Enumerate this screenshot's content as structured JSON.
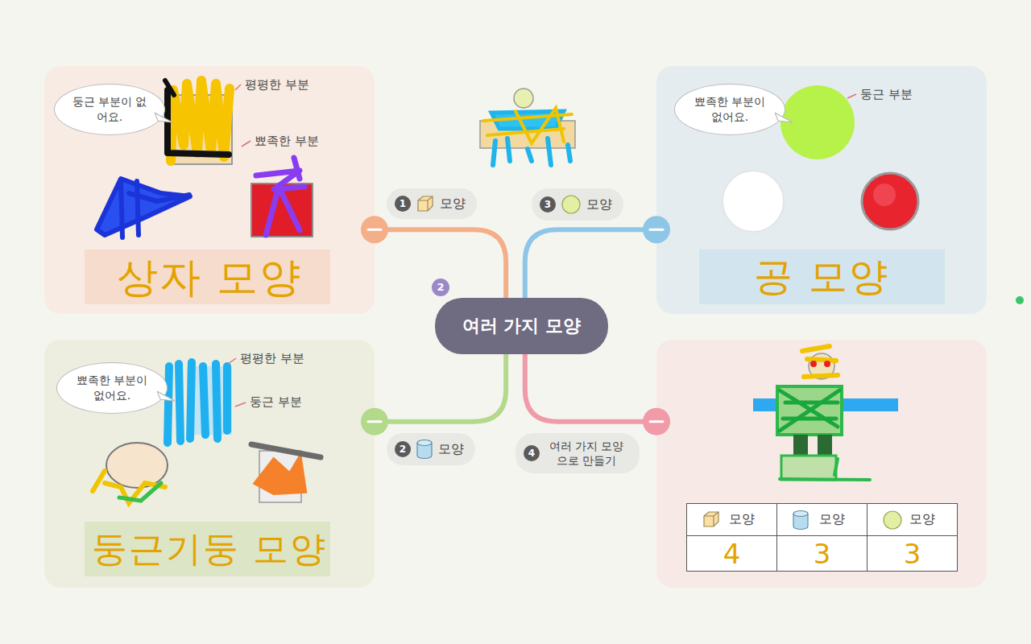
{
  "diagram": {
    "nodes": [
      {
        "text": [
          "상자 모양"
        ]
      },
      {
        "text": [
          "둥근 부분이 없어요."
        ],
        "in": 0
      },
      {
        "text": [
          "1",
          "모양"
        ]
      },
      {
        "text": [
          "3",
          "모양"
        ]
      },
      {
        "text": [
          "공 모양"
        ]
      },
      {
        "text": [
          "뾰족한 부분이 없어요."
        ],
        "in": 4
      },
      {
        "text": [
          "여러 가지 모양"
        ]
      },
      {
        "text": [
          "둥근기둥 모양"
        ]
      },
      {
        "text": [
          "뾰족한 부분이 없어요."
        ],
        "in": 7
      },
      {
        "text": [
          "2",
          "모양"
        ]
      },
      {
        "text": [
          "4",
          "여러 가지 모양 으로 만들기"
        ]
      },
      {
        "text": [
          "모양",
          "모양",
          "모양",
          "4",
          "3",
          "3"
        ]
      }
    ],
    "edges": [
      {
        "from": 6,
        "to": 0,
        "arrow": "none"
      },
      {
        "from": 6,
        "to": 4,
        "arrow": "none"
      },
      {
        "from": 6,
        "to": 7,
        "arrow": "none"
      },
      {
        "from": 6,
        "to": 11,
        "arrow": "none"
      }
    ],
    "labels": [
      "평평한 부분",
      "뾰족한 부분",
      "둥근 부분",
      "평평한 부분",
      "둥근 부분",
      "2"
    ]
  }
}
